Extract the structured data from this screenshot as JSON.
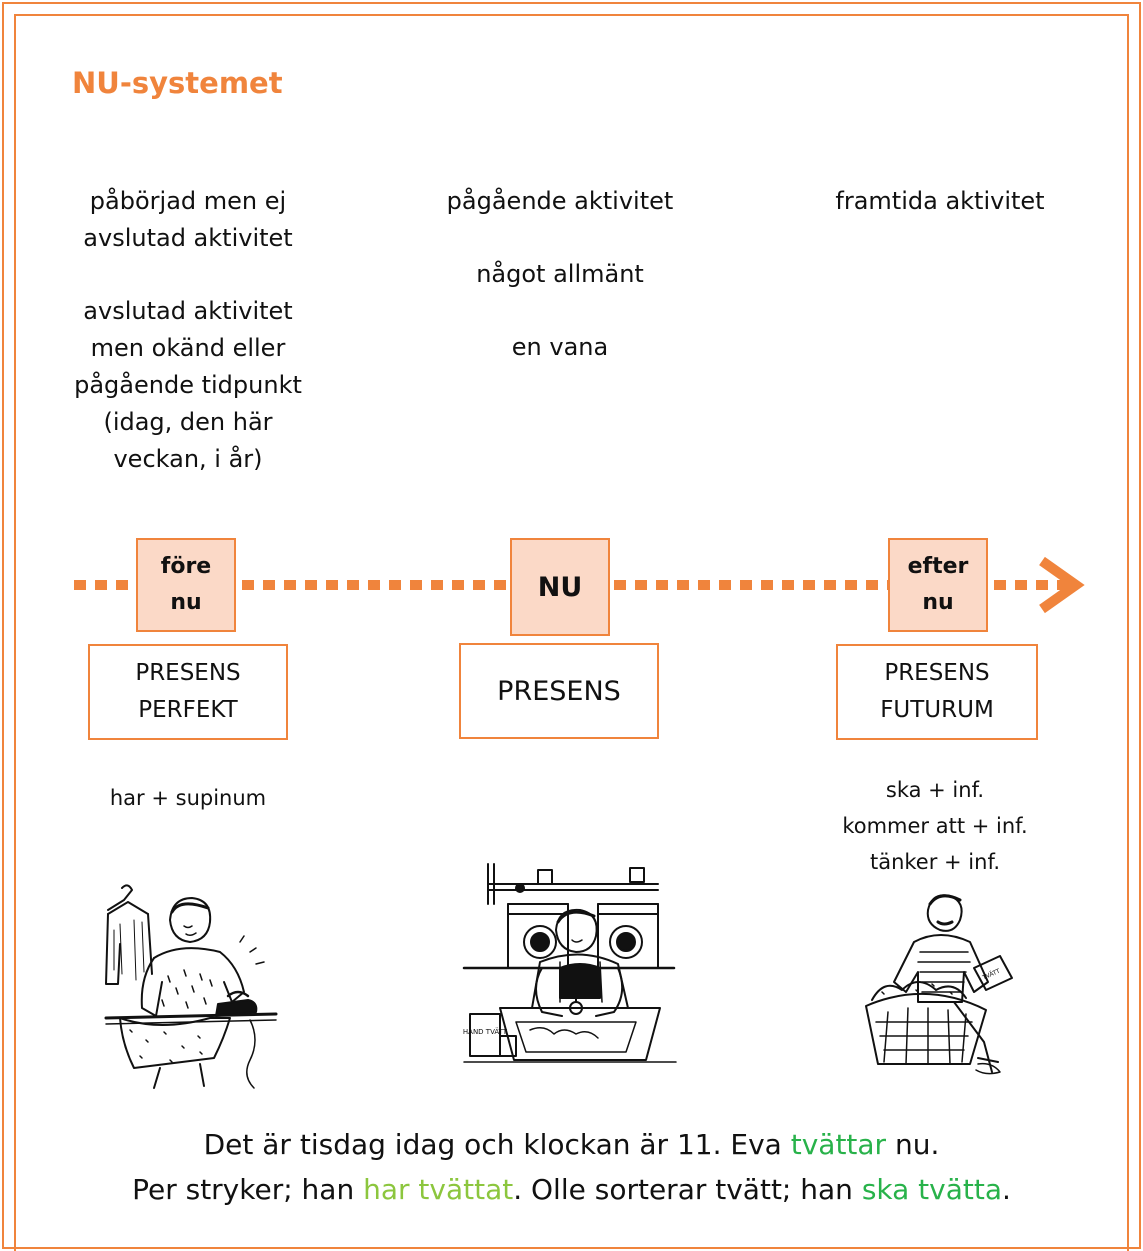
{
  "title": "NU-systemet",
  "columns": {
    "before": {
      "descriptions": [
        "påbörjad men ej avslutad aktivitet",
        "avslutad aktivitet men okänd eller pågående tidpunkt (idag, den här veckan, i år)"
      ],
      "marker": [
        "före",
        "nu"
      ],
      "tense": [
        "PRESENS",
        "PERFEKT"
      ],
      "forms": [
        "har + supinum"
      ]
    },
    "now": {
      "descriptions": [
        "pågående aktivitet",
        "något allmänt",
        "en vana"
      ],
      "marker": [
        "NU"
      ],
      "tense": [
        "PRESENS"
      ]
    },
    "after": {
      "descriptions": [
        "framtida aktivitet"
      ],
      "marker": [
        "efter",
        "nu"
      ],
      "tense": [
        "PRESENS",
        "FUTURUM"
      ],
      "forms": [
        "ska + inf.",
        "kommer att + inf.",
        "tänker + inf."
      ]
    }
  },
  "illustration_text": {
    "detergent_box": "HAND TVÄTT",
    "sorting_box": "TVÄTT"
  },
  "caption": {
    "line1": [
      "Det är tisdag idag och klockan är 11. Eva ",
      "tvättar",
      " nu."
    ],
    "line2": [
      "Per stryker; han ",
      "har tvättat",
      ". Olle sorterar tvätt; han ",
      "ska tvätta",
      "."
    ]
  },
  "colors": {
    "accent": "#f0843c",
    "marker_fill": "#fbd9c7",
    "highlight_green": "#28b24a",
    "highlight_lightgreen": "#8cc63e"
  }
}
